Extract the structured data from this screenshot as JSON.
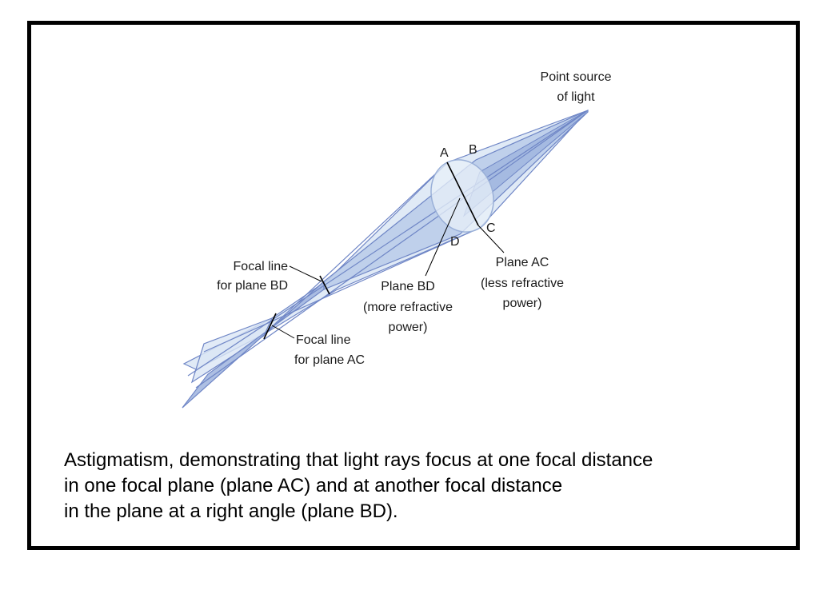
{
  "diagram": {
    "labels": {
      "point_source_line1": "Point source",
      "point_source_line2": "of light",
      "A": "A",
      "B": "B",
      "C": "C",
      "D": "D",
      "focal_bd_line1": "Focal line",
      "focal_bd_line2": "for plane BD",
      "plane_bd_line1": "Plane BD",
      "plane_bd_line2": "(more refractive",
      "plane_bd_line3": "power)",
      "plane_ac_line1": "Plane AC",
      "plane_ac_line2": "(less refractive",
      "plane_ac_line3": "power)",
      "focal_ac_line1": "Focal line",
      "focal_ac_line2": "for plane AC"
    },
    "colors": {
      "ray_fill_light": "#dbe6f5",
      "ray_fill_mid": "#b9cbe9",
      "ray_fill_dark": "#9fb4de",
      "ray_stroke": "#6f86c6",
      "lens_fill": "#e8f0f8",
      "lens_stroke": "#9ab0d8"
    }
  },
  "caption": {
    "line1": "Astigmatism, demonstrating that light rays focus at one focal distance",
    "line2": "in one focal plane (plane AC) and at another focal distance",
    "line3": "in the plane at a right angle (plane BD)."
  }
}
